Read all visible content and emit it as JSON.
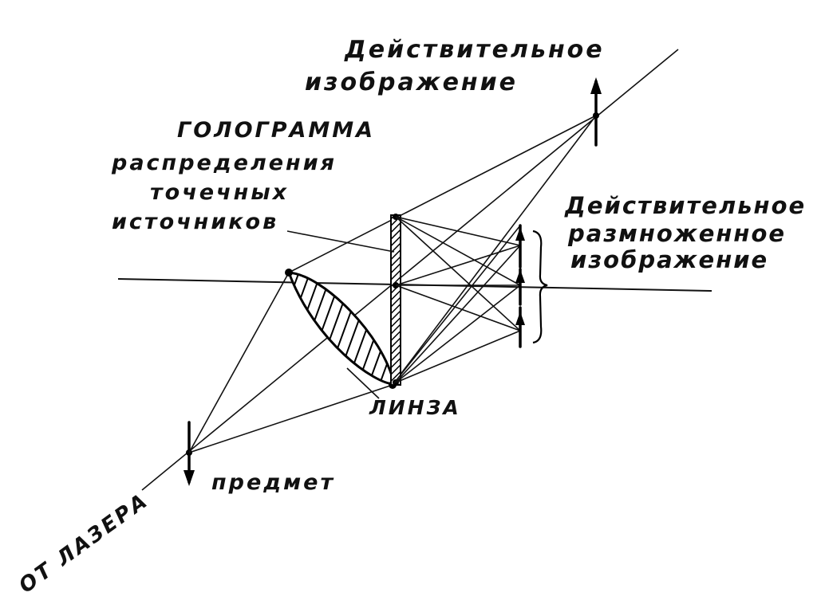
{
  "labels": {
    "real_image": [
      "Действительное",
      "изображение"
    ],
    "hologram": [
      "ГОЛОГРАММА",
      "распределения",
      "точечных",
      "источников"
    ],
    "multiplied_image": [
      "Действительное",
      "размноженное",
      "изображение"
    ],
    "lens": "ЛИНЗА",
    "object": "предмет",
    "from_laser": "ОТ ЛАЗЕРА"
  }
}
